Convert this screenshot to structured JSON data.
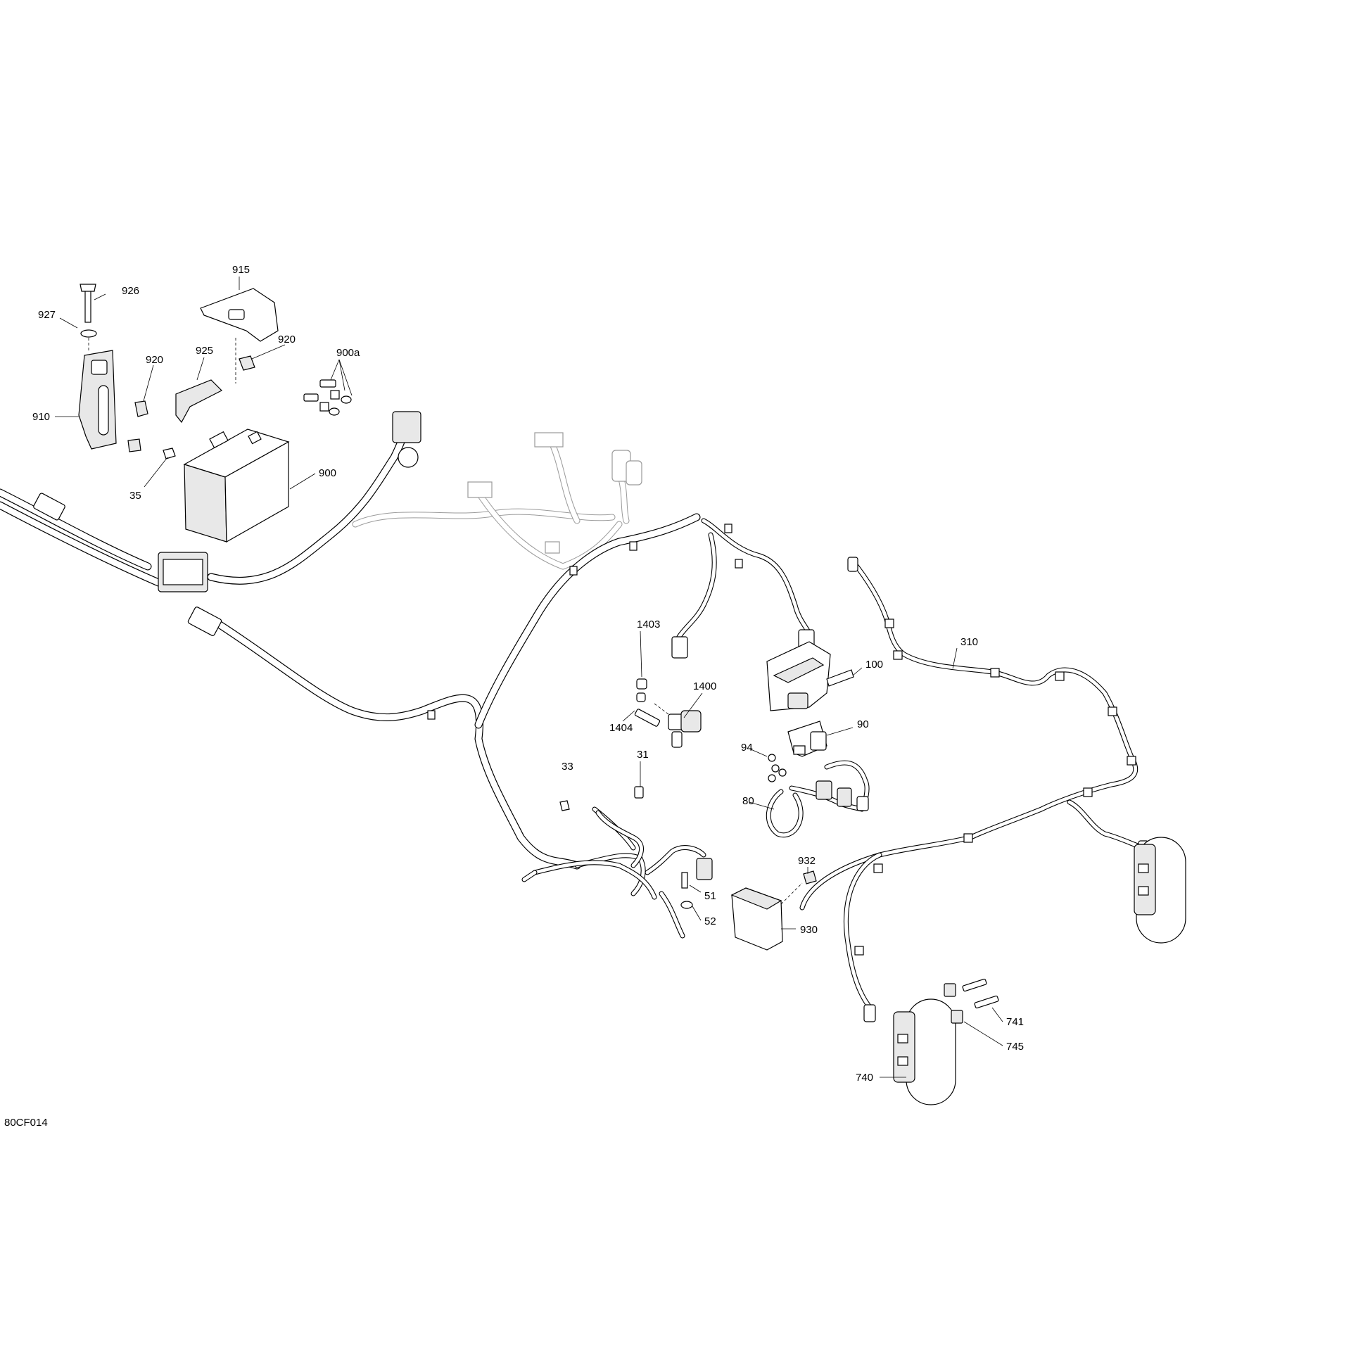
{
  "figure_code": "80CF014",
  "callouts": {
    "c926": "926",
    "c927": "927",
    "c915": "915",
    "c920a": "920",
    "c920b": "920",
    "c925": "925",
    "c900a": "900a",
    "c910": "910",
    "c35": "35",
    "c900": "900",
    "c1403": "1403",
    "c1400": "1400",
    "c1404": "1404",
    "c100": "100",
    "c310": "310",
    "c90": "90",
    "c94": "94",
    "c80": "80",
    "c31": "31",
    "c33": "33",
    "c932": "932",
    "c51": "51",
    "c52": "52",
    "c930": "930",
    "c741": "741",
    "c745": "745",
    "c740": "740"
  }
}
